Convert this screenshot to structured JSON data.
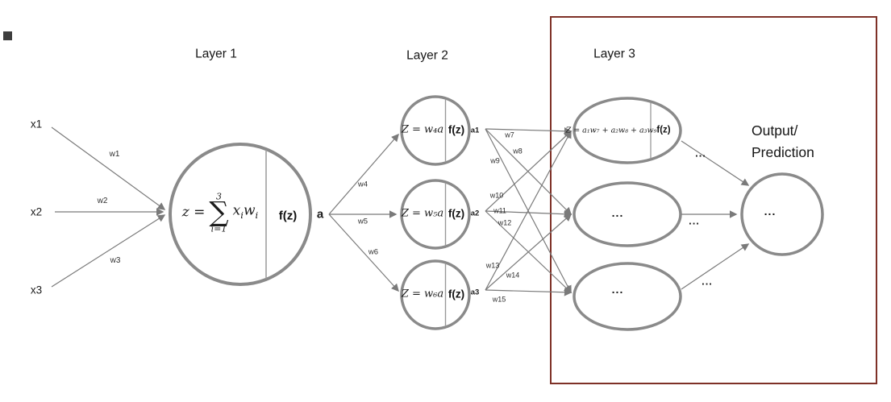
{
  "headers": {
    "layer1": "Layer 1",
    "layer2": "Layer 2",
    "layer3": "Layer 3"
  },
  "inputs": {
    "x1": "x1",
    "x2": "x2",
    "x3": "x3"
  },
  "input_weights": {
    "w1": "w1",
    "w2": "w2",
    "w3": "w3"
  },
  "layer1": {
    "formula_lhs": "z =",
    "sum_top": "3",
    "sum_symbol": "∑",
    "sum_bottom": "i=1",
    "term_x_base": "x",
    "term_x_sub": "i",
    "term_w_base": "w",
    "term_w_sub": "i",
    "activation": "f(z)",
    "output_label": "a"
  },
  "layer1_weights": {
    "w4": "w4",
    "w5": "w5",
    "w6": "w6"
  },
  "layer2": {
    "neurons": [
      {
        "formula": "Z = w₄a",
        "activation": "f(z)",
        "output_label": "a1"
      },
      {
        "formula": "Z = w₅a",
        "activation": "f(z)",
        "output_label": "a2"
      },
      {
        "formula": "Z = w₆a",
        "activation": "f(z)",
        "output_label": "a3"
      }
    ]
  },
  "layer2_weights": {
    "w7": "w7",
    "w8": "w8",
    "w9": "w9",
    "w10": "w10",
    "w11": "w11",
    "w12": "w12",
    "w13": "w13",
    "w14": "w14",
    "w15": "w15"
  },
  "layer3": {
    "neurons": [
      {
        "formula": "Z = a₁w₇ + a₂w₈ + a₃w₉",
        "activation": "f(z)"
      },
      {
        "formula": "..."
      },
      {
        "formula": "..."
      }
    ]
  },
  "arrow_dots": {
    "top": "...",
    "middle": "...",
    "bottom": "..."
  },
  "output": {
    "node_label": "...",
    "caption_line1": "Output/",
    "caption_line2": "Prediction"
  },
  "colors": {
    "box_border": "#7e3127",
    "node_stroke": "#8a8a8a",
    "connector": "#7a7a7a",
    "corner_square": "#3d3d3d"
  }
}
